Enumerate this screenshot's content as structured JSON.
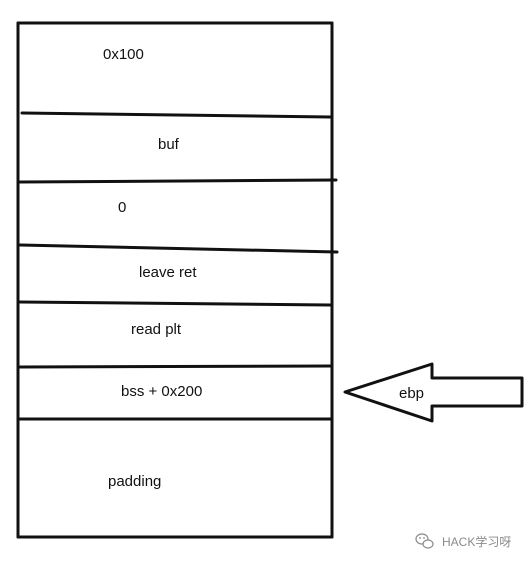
{
  "stack": {
    "cells": [
      {
        "label": "0x100"
      },
      {
        "label": "buf"
      },
      {
        "label": "0"
      },
      {
        "label": "leave ret"
      },
      {
        "label": "read plt"
      },
      {
        "label": "bss + 0x200"
      },
      {
        "label": "padding"
      }
    ]
  },
  "pointer": {
    "label": "ebp",
    "points_to_cell": 5
  },
  "watermark": {
    "text": "HACK学习呀",
    "icon": "wechat-icon"
  },
  "colors": {
    "ink": "#111111",
    "background": "#ffffff",
    "watermark": "#8a8a8a"
  }
}
